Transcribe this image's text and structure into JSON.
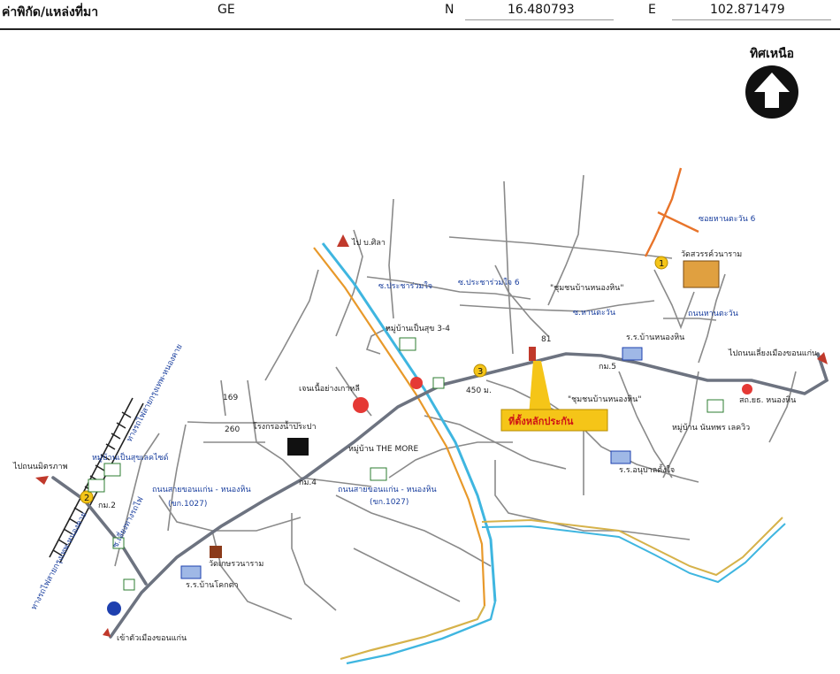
{
  "header": {
    "coord_label": "ค่าพิกัด/แหล่งที่มา",
    "source": "GE",
    "n_label": "N",
    "latitude": "16.480793",
    "e_label": "E",
    "longitude": "102.871479"
  },
  "north": {
    "label": "ทิศเหนือ"
  },
  "map": {
    "labels": {
      "to_silpa": "ไป บ.ศิลา",
      "pracharuamjai": "ซ.ประชาร่วมใจ",
      "pracharuamjai6": "ซ.ประชาร่วมใจ 6",
      "community_nonghin_top": "\"ชุมชนบ้านหนองหิน\"",
      "soi_hantawan": "ซ.หานตะวัน",
      "soi_hantawan6": "ซอยหานตะวัน 6",
      "wat_sawan": "วัดสวรรค์วนาราม",
      "rd_hantawan": "ถนนหานตะวัน",
      "school_nonghin": "ร.ร.บ้านหนองหิน",
      "to_khonkaen_right": "ไปถนนเลี่ยงเมืองขอนแก่น",
      "village_pensuk": "หมู่บ้านเป็นสุข 3-4",
      "dist": "450 ม.",
      "site": "ที่ตั้งหลักประกัน",
      "community_nonghin_mid": "\"ชุมชนบ้านหนองหิน\"",
      "village_nantaporn": "หมู่บ้าน นันทพร เลควิว",
      "health": "สถ.ยธ. หนองหิน",
      "kor_mor5": "กม.5",
      "kor_mor4": "กม.4",
      "kor_mor2": "กม.2",
      "jen_seafood": "เจนเนื้อย่างเกาหลี",
      "water_plant": "โรงกรองน้ำประปา",
      "village_themore": "หมู่บ้าน THE MORE",
      "rd_1027_mid": "ถนนสายขอนแก่น - หนองหิน",
      "rd_1027_code_mid": "(ขก.1027)",
      "rd_1027_left": "ถนนสายขอนแก่น - หนองหิน",
      "rd_1027_code_left": "(ขก.1027)",
      "school_anuban": "ร.ร.อนุบาลตั้งใจ",
      "village_suksomboon": "หมู่บ้านเป็นสุขเลคไซด์",
      "to_mittraphap": "ไปถนนมิตรภาพ",
      "wat_kasem": "วัดเกษรวนาราม",
      "school_bankok": "ร.ร.บ้านโคกตา",
      "to_city": "เข้าตัวเมืองขอนแก่น",
      "railway_top": "ทางรถไฟสายกรุงเทพ-หนองคาย",
      "railway_bottom": "ทางรถไฟสายกรุงเทพ-หนองคาย",
      "num_169": "169",
      "num_260": "260",
      "num_1": "1",
      "num_2": "2",
      "num_3": "3",
      "num_81": "81",
      "soi_left": "ซ.เลี่ยงทางรถไฟ"
    },
    "colors": {
      "road": "#8a8a8a",
      "main_road": "#6d7380",
      "canal": "#3fb6e0",
      "rail_orange": "#e8992a",
      "river_gold": "#d6b24a",
      "orange_road": "#e8742a",
      "site": "#f5c518",
      "label_blue": "#1a3f9e",
      "arrow_red": "#c0392b"
    }
  }
}
